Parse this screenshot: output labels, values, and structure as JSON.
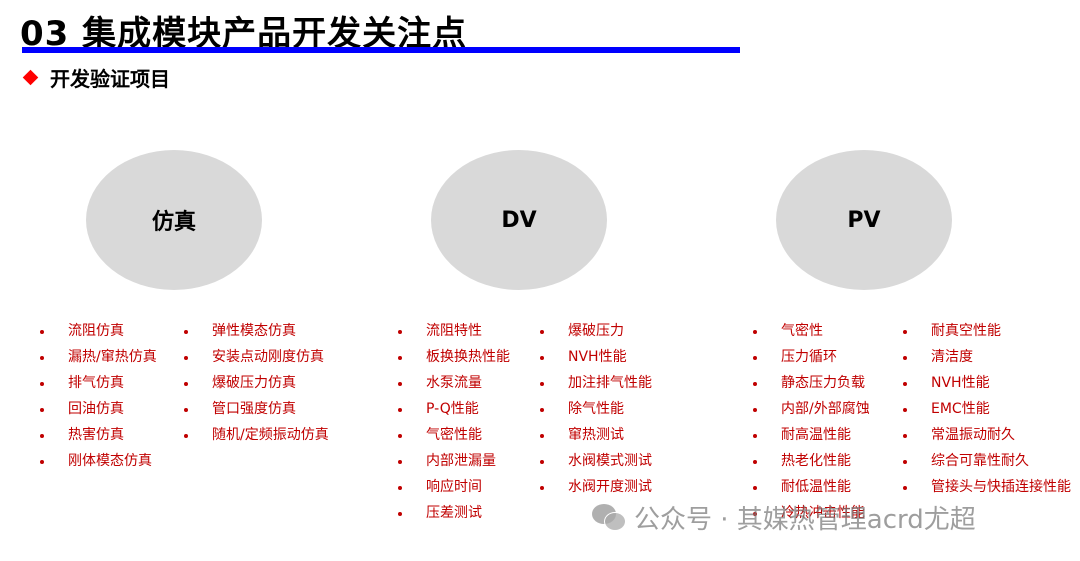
{
  "header": {
    "title": "03 集成模块产品开发关注点",
    "subtitle": "开发验证项目"
  },
  "colors": {
    "title_underline": "#0000ff",
    "bullet_marker": "#ff0000",
    "item_text": "#c00000",
    "ellipse_fill": "#d9d9d9"
  },
  "phases": [
    {
      "label": "仿真",
      "columns": [
        [
          "流阻仿真",
          "漏热/窜热仿真",
          "排气仿真",
          "回油仿真",
          "热害仿真",
          "刚体模态仿真"
        ],
        [
          "弹性模态仿真",
          "安装点动刚度仿真",
          "爆破压力仿真",
          "管口强度仿真",
          "随机/定频振动仿真"
        ]
      ]
    },
    {
      "label": "DV",
      "columns": [
        [
          "流阻特性",
          "板换换热性能",
          "水泵流量",
          "P-Q性能",
          "气密性能",
          "内部泄漏量",
          "响应时间",
          "压差测试"
        ],
        [
          "爆破压力",
          "NVH性能",
          "加注排气性能",
          "除气性能",
          "窜热测试",
          "水阀模式测试",
          "水阀开度测试"
        ]
      ]
    },
    {
      "label": "PV",
      "columns": [
        [
          "气密性",
          "压力循环",
          "静态压力负载",
          "内部/外部腐蚀",
          "耐高温性能",
          "热老化性能",
          "耐低温性能",
          "冷热冲击性能"
        ],
        [
          "耐真空性能",
          "清洁度",
          "NVH性能",
          "EMC性能",
          "常温振动耐久",
          "综合可靠性耐久",
          "管接头与快插连接性能"
        ]
      ]
    }
  ],
  "watermark": {
    "icon": "wechat-icon",
    "text": "公众号 · 其媒热管理acrd尤超"
  }
}
